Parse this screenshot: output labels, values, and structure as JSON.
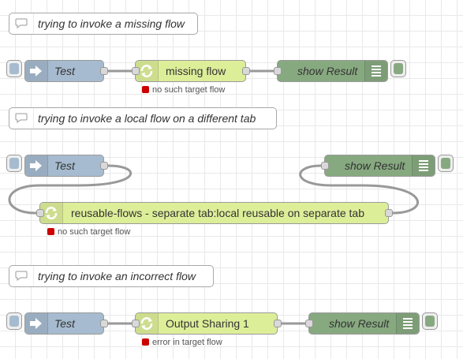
{
  "comments": [
    "trying to invoke a missing flow",
    "trying to invoke a local flow on a different tab",
    "trying to invoke an incorrect flow"
  ],
  "flow1": {
    "inject_label": "Test",
    "link_label": "missing flow",
    "link_status": "no such target flow",
    "debug_label": "show Result"
  },
  "flow2": {
    "inject_label": "Test",
    "link_label": "reusable-flows - separate tab:local reusable on separate tab",
    "link_status": "no such target flow",
    "debug_label": "show Result"
  },
  "flow3": {
    "inject_label": "Test",
    "link_label": "Output Sharing 1",
    "link_status": "error in target flow",
    "debug_label": "show Result"
  },
  "icons": {
    "comment": "speech-bubble-icon",
    "inject": "arrow-in-icon",
    "link": "refresh-icon",
    "debug": "list-icon"
  },
  "colors": {
    "inject": "#a6bbcf",
    "link": "#ddee99",
    "debug": "#87a980",
    "status_error": "#cc0000"
  }
}
